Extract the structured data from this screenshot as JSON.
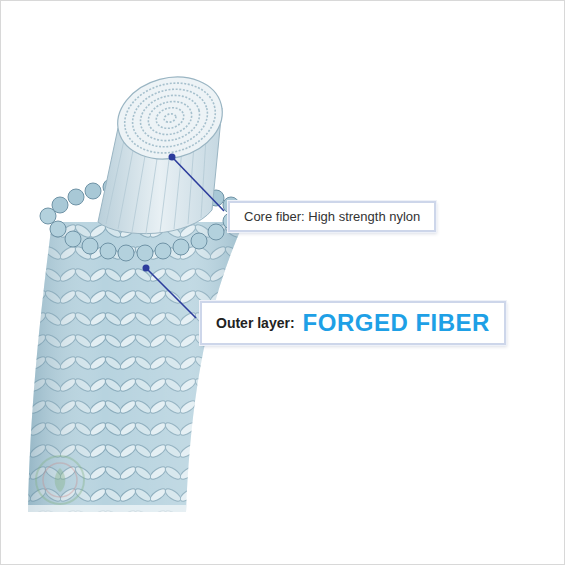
{
  "diagram": {
    "nodes": [
      {
        "text": [
          "Core fiber: High strength nylon"
        ]
      },
      {
        "text": [
          "Outer layer:",
          "FORGED FIBER"
        ]
      }
    ]
  }
}
